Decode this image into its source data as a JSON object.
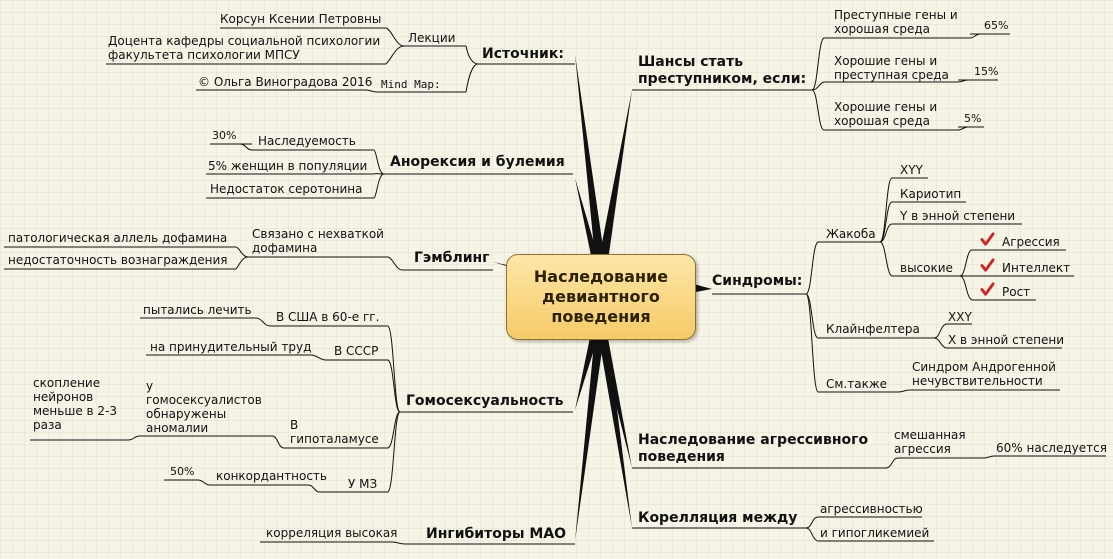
{
  "center": {
    "title": "Наследование\nдевиантного\nповедения"
  },
  "source": {
    "label": "Источник:",
    "lectures": "Лекции",
    "author": "Корсун Ксении Петровны",
    "position": "Доцента кафедры социальной психологии\nфакультета психологии МПСУ",
    "mindmap": "Mind Map:",
    "copyright": "© Ольга Виноградова 2016"
  },
  "anorexia": {
    "label": "Анорексия и булемия",
    "heritability": "Наследуемость",
    "heritability_value": "30%",
    "women": "5% женщин в популяции",
    "serotonin": "Недостаток серотонина"
  },
  "gambling": {
    "label": "Гэмблинг",
    "dopamine": "Связано с нехваткой\nдофамина",
    "allele": "патологическая аллель дофамина",
    "reward": "недостаточность вознаграждения"
  },
  "homosexuality": {
    "label": "Гомосексуальность",
    "usa": "В США в 60-е гг.",
    "usa_detail": "пытались лечить",
    "ussr": "В СССР",
    "ussr_detail": "на принудительный труд",
    "hypothalamus": "В\nгипоталамусе",
    "hypothalamus_detail": "у\nгомосексуалистов\nобнаружены\nаномалии",
    "neurons": "скопление\nнейронов\nменьше в 2-3\nраза",
    "mz": "У МЗ",
    "concordance": "конкордантность",
    "concordance_value": "50%"
  },
  "mao": {
    "label": "Ингибиторы МАО",
    "correlation": "корреляция высокая"
  },
  "chances": {
    "label": "Шансы стать\nпреступником, если:",
    "items": [
      {
        "text": "Преступные гены и\nхорошая среда",
        "value": "65%"
      },
      {
        "text": "Хорошие гены и\nпреступная среда",
        "value": "15%"
      },
      {
        "text": "Хорошие гены и\nхорошая среда",
        "value": "5%"
      }
    ]
  },
  "syndromes": {
    "label": "Синдромы:",
    "jacobs": "Жакоба",
    "xyy": "XYY",
    "karyotype": "Кариотип",
    "ypower": "Y в энной степени",
    "tall": "высокие",
    "traits": [
      "Агрессия",
      "Интеллект",
      "Рост"
    ],
    "klinefelter": "Клайнфелтера",
    "xxy": "XXY",
    "xpower": "X в энной степени",
    "see_also": "См.также",
    "androgen": "Синдром Андрогенной\nнечувствительности"
  },
  "aggressive": {
    "label": "Наследование агрессивного\nповедения",
    "mixed": "смешанная\nагрессия",
    "inherited": "60% наследуется"
  },
  "correlation": {
    "label": "Корелляция между",
    "items": [
      "агрессивностью",
      "и гипогликемией"
    ]
  },
  "colors": {
    "line": "#111111",
    "check": "#d42020",
    "center_border": "#8a7232"
  }
}
